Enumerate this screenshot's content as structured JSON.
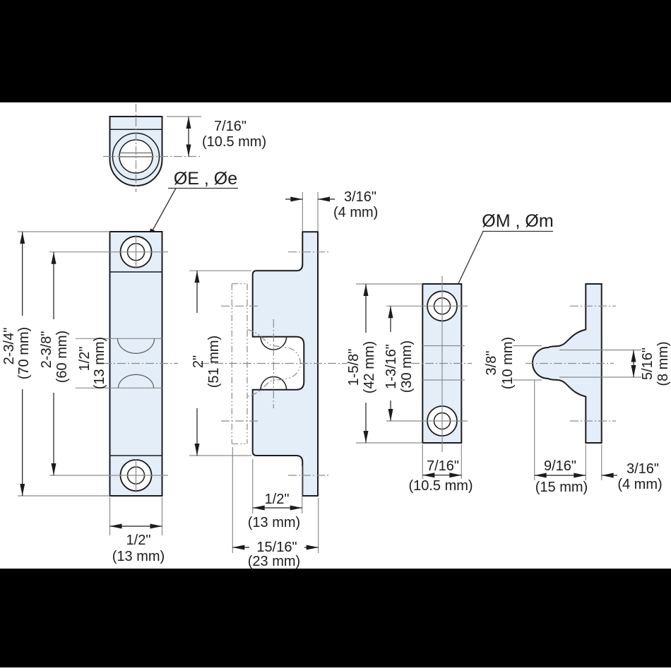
{
  "labels": {
    "left_holes": "ØE , Øe",
    "right_holes": "ØM , Øm"
  },
  "views": {
    "leaf1_top": {
      "pin_offset_in": "7/16\"",
      "pin_offset_mm": "(10.5 mm)"
    },
    "leaf1_front": {
      "overall_in": "2-3/4\"",
      "overall_mm": "(70 mm)",
      "holes_in": "2-3/8\"",
      "holes_mm": "(60 mm)",
      "band_in": "1/2\"",
      "band_mm": "(13 mm)",
      "width_in": "1/2\"",
      "width_mm": "(13 mm)"
    },
    "leaf1_side": {
      "thickness_in": "3/16\"",
      "thickness_mm": "(4 mm)",
      "barrel_in": "2\"",
      "barrel_mm": "(51 mm)",
      "depth_in": "1/2\"",
      "depth_mm": "(13 mm)",
      "total_depth_in": "15/16\"",
      "total_depth_mm": "(23 mm)"
    },
    "leaf2_front": {
      "overall_in": "1-5/8\"",
      "overall_mm": "(42 mm)",
      "holes_in": "1-3/16\"",
      "holes_mm": "(30 mm)",
      "tongue_in": "3/8\"",
      "tongue_mm": "(10 mm)",
      "width_in": "7/16\"",
      "width_mm": "(10.5 mm)"
    },
    "leaf2_side": {
      "tip_in": "5/16\"",
      "tip_mm": "(8 mm)",
      "depth_in": "9/16\"",
      "depth_mm": "(15 mm)",
      "thickness_in": "3/16\"",
      "thickness_mm": "(4 mm)"
    }
  },
  "colors": {
    "part_fill": "#e4eef8",
    "ink": "#1c1c1c",
    "aux": "#8a8a8a",
    "background": "#ffffff",
    "letterbox": "#000000"
  }
}
